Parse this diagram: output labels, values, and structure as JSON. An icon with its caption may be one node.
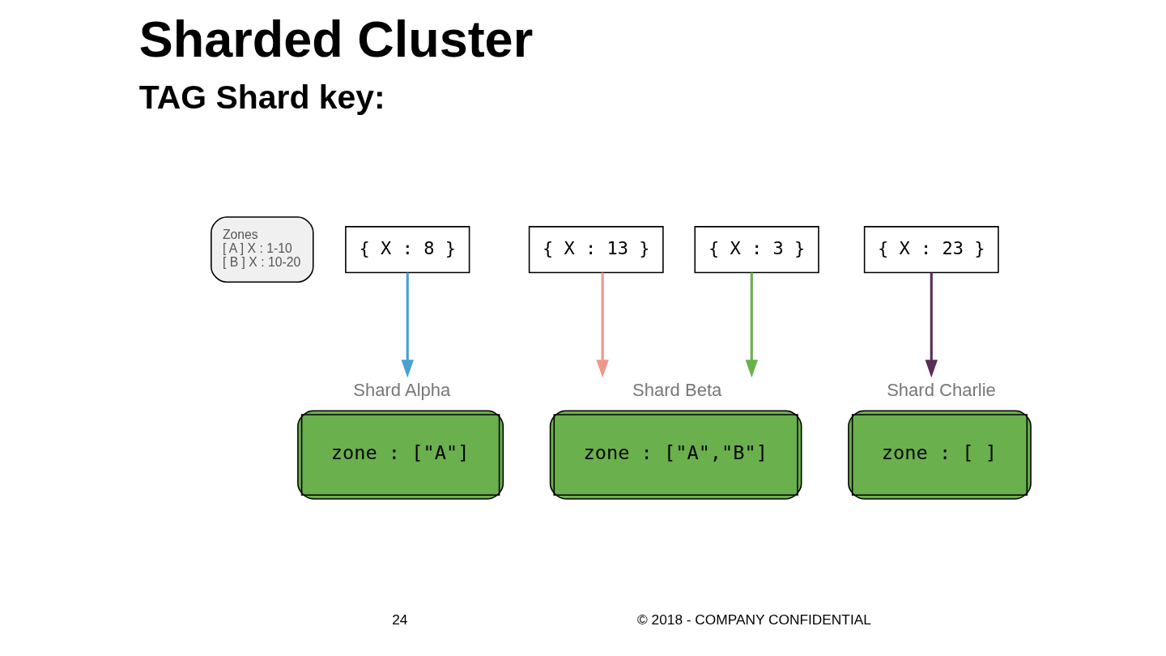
{
  "diagram": {
    "title": "Sharded Cluster",
    "nodes": [
      {
        "text": [
          "Zones",
          "[ A ] X : 1-10",
          "[ B ] X : 10-20"
        ]
      },
      {
        "text": [
          "{ X : 8 }"
        ]
      },
      {
        "text": [
          "{ X : 13 }"
        ]
      },
      {
        "text": [
          "{ X : 3 }"
        ]
      },
      {
        "text": [
          "{ X : 23 }"
        ]
      },
      {
        "text": [
          "Shard Alpha",
          "zone : [\"A\"]"
        ]
      },
      {
        "text": [
          "Shard Beta",
          "zone : [\"A\",\"B\"]"
        ]
      },
      {
        "text": [
          "Shard Charlie",
          "zone : [ ]"
        ]
      }
    ],
    "edges": [
      {
        "from": 1,
        "to": 5,
        "arrow": "to",
        "color": "#4a9fd4"
      },
      {
        "from": 2,
        "to": 6,
        "arrow": "to",
        "color": "#f0978a"
      },
      {
        "from": 3,
        "to": 6,
        "arrow": "to",
        "color": "#6ab04c"
      },
      {
        "from": 4,
        "to": 7,
        "arrow": "to",
        "color": "#5a2d5a"
      }
    ],
    "labels": [
      "TAG Shard key:",
      "24",
      "© 2018 - COMPANY CONFIDENTIAL"
    ]
  }
}
